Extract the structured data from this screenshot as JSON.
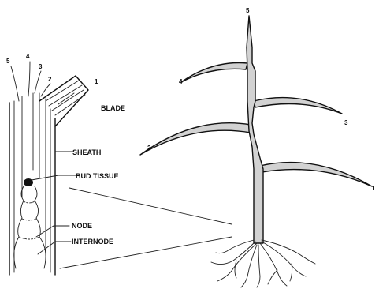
{
  "section_labels": {
    "blade": "BLADE",
    "sheath": "SHEATH",
    "bud_tissue": "BUD TISSUE",
    "node": "NODE",
    "internode": "INTERNODE"
  },
  "section_leaf_numbers": [
    "5",
    "4",
    "3",
    "2",
    "1"
  ],
  "plant_leaf_numbers": [
    "5",
    "4",
    "3",
    "2",
    "1"
  ]
}
